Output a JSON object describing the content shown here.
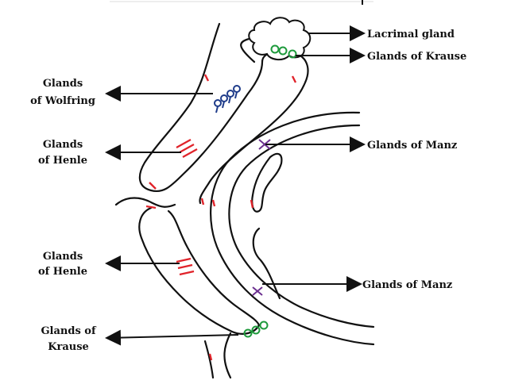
{
  "labels": {
    "lacrimal_gland": "Lacrimal gland",
    "krause_top": "Glands of Krause",
    "wolfring_line1": "Glands",
    "wolfring_line2": "of Wolfring",
    "henle_upper_line1": "Glands",
    "henle_upper_line2": "of Henle",
    "manz_upper": "Glands of Manz",
    "henle_lower_line1": "Glands",
    "henle_lower_line2": "of Henle",
    "manz_lower": "Glands of Manz",
    "krause_bottom_line1": "Glands of",
    "krause_bottom_line2": "Krause"
  },
  "colors": {
    "outline": "#111111",
    "henle": "#e0232a",
    "wolfring": "#1f3c8a",
    "krause": "#1e9a3c",
    "manz": "#6b2f8f"
  }
}
